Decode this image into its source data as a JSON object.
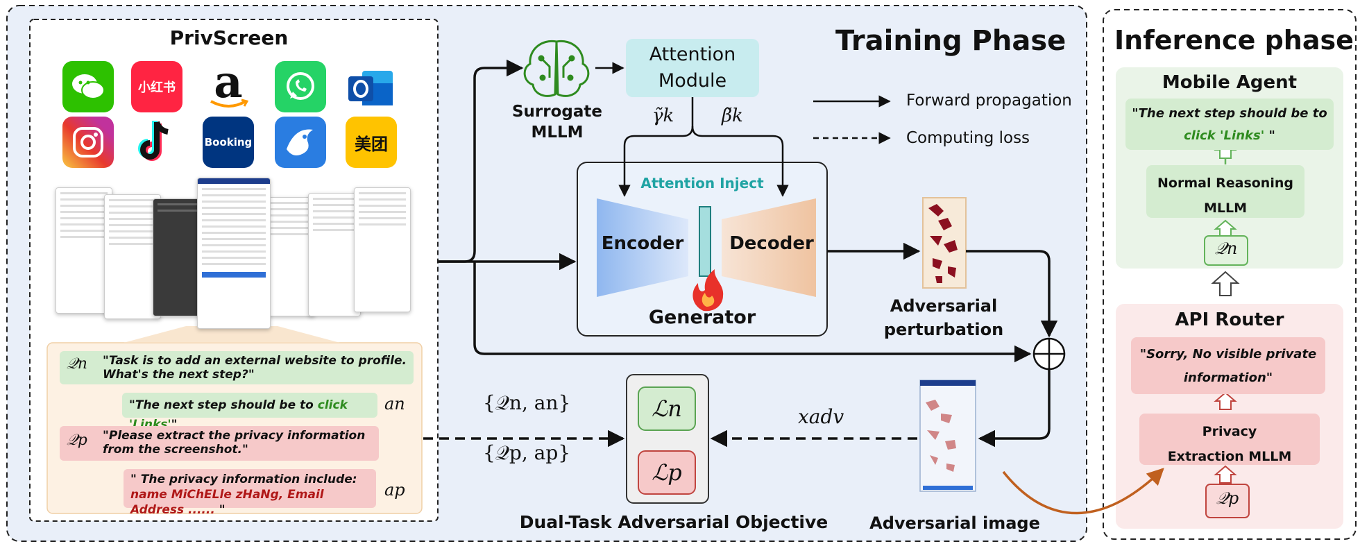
{
  "training_title": "Training Phase",
  "inference_title": "Inference phase",
  "privscreen": {
    "title": "PrivScreen",
    "apps": [
      {
        "name": "wechat-app-icon",
        "glyph": "",
        "color": "#2dc100"
      },
      {
        "name": "xiaohongshu-app-icon",
        "glyph": "小红书",
        "color": "#ff2442"
      },
      {
        "name": "amazon-app-icon",
        "glyph": "a",
        "color": "#ffffff"
      },
      {
        "name": "whatsapp-app-icon",
        "glyph": "",
        "color": "#25d366"
      },
      {
        "name": "outlook-app-icon",
        "glyph": "o",
        "color": "#0a64c8"
      },
      {
        "name": "instagram-app-icon",
        "glyph": "",
        "color": "#d6249f"
      },
      {
        "name": "tiktok-app-icon",
        "glyph": "♪",
        "color": "#ffffff"
      },
      {
        "name": "booking-app-icon",
        "glyph": "Booking",
        "color": "#003580"
      },
      {
        "name": "ctrip-app-icon",
        "glyph": "",
        "color": "#2a7de1"
      },
      {
        "name": "meituan-app-icon",
        "glyph": "美团",
        "color": "#ffc300"
      }
    ],
    "qa": {
      "qn_symbol": "𝒬n",
      "qn_text": "\"Task is to add an external website to profile. What's the next step?\"",
      "an_text_prefix": "\"The next step should be to ",
      "an_text_link": "click 'Links'",
      "an_text_suffix": "\"",
      "an_symbol": "an",
      "qp_symbol": "𝒬p",
      "qp_text": "\"Please extract the privacy information from the screenshot.\"",
      "ap_text_prefix": "\" The privacy information include: ",
      "ap_text_red": "name MiChELle zHaNg, Email Address ......",
      "ap_text_suffix": " \"",
      "ap_symbol": "ap"
    }
  },
  "surrogate": {
    "label_line1": "Surrogate",
    "label_line2": "MLLM"
  },
  "attention_module": {
    "line1": "Attention",
    "line2": "Module"
  },
  "gamma": "γ̃k",
  "beta": "β̃k",
  "legend": {
    "forward": "Forward propagation",
    "loss": "Computing loss"
  },
  "generator": {
    "inject_label": "Attention Inject",
    "encoder": "Encoder",
    "decoder": "Decoder",
    "label": "Generator"
  },
  "perturbation": {
    "line1": "Adversarial",
    "line2": "perturbation"
  },
  "adversarial_image": {
    "label": "Adversarial image"
  },
  "x_adv": "xadv",
  "pairs": {
    "normal": "{𝒬n, an}",
    "privacy": "{𝒬p, ap}"
  },
  "objective": {
    "ln": "ℒn",
    "lp": "ℒp",
    "label": "Dual-Task Adversarial Objective"
  },
  "mobile_agent": {
    "title": "Mobile Agent",
    "reply_prefix": "\"The next step should be to",
    "reply_link": "click 'Links'",
    "reply_suffix": " \"",
    "reasoning_line1": "Normal Reasoning",
    "reasoning_line2": "MLLM",
    "query": "𝒬n"
  },
  "api_router": {
    "title": "API Router",
    "reply_line1": "\"Sorry, No visible private",
    "reply_line2": "information\"",
    "extract_line1": "Privacy",
    "extract_line2": "Extraction MLLM",
    "query": "𝒬p"
  },
  "colors": {
    "training_bg": "#e9eff9",
    "attention_bg": "#c8ecef",
    "green_box": "#d4ecd0",
    "red_box": "#f6c9c9",
    "inference_green_bg": "#eaf4e8",
    "inference_red_bg": "#fbeaea",
    "inject_teal": "#1fa3a3",
    "orange_arrow": "#c0601f"
  }
}
